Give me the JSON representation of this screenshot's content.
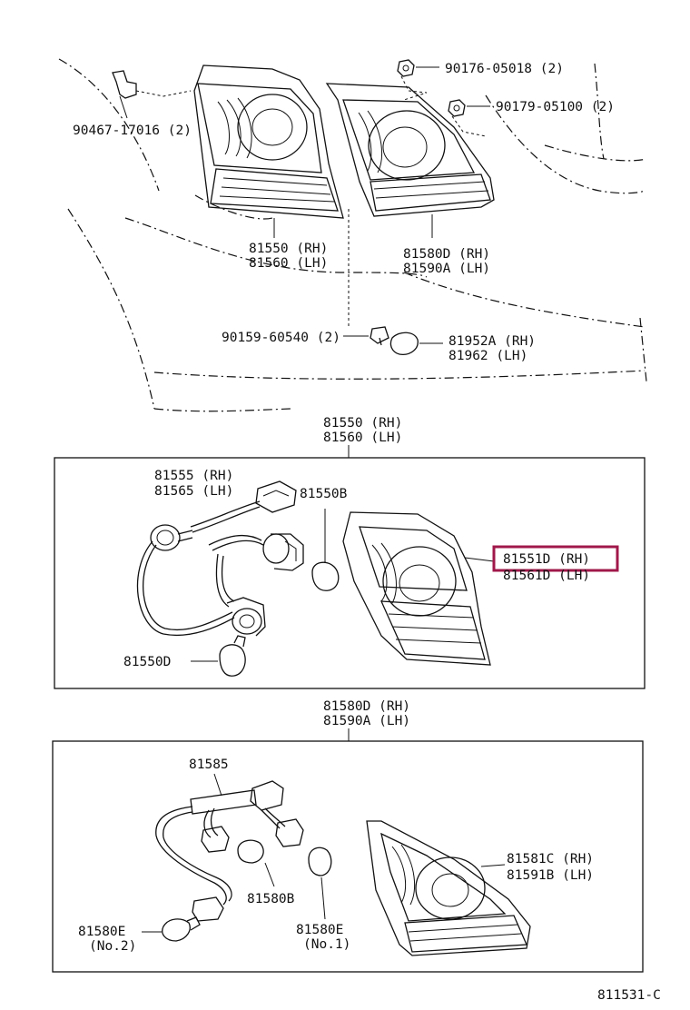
{
  "diagram_ref": "811531-C",
  "highlight_color": "#a0184a",
  "labels": {
    "clip_a": "90467-17016 (2)",
    "nut_a": "90176-05018 (2)",
    "nut_b": "90179-05100 (2)",
    "lamp_outer_rh": "81550 (RH)",
    "lamp_outer_lh": "81560 (LH)",
    "lamp_inner_rh": "81580D (RH)",
    "lamp_inner_lh": "81590A (LH)",
    "screw": "90159-60540 (2)",
    "reflector_rh": "81952A (RH)",
    "reflector_lh": "81962  (LH)",
    "box1_title_rh": "81550 (RH)",
    "box1_title_lh": "81560 (LH)",
    "socket_rh": "81555 (RH)",
    "socket_lh": "81565 (LH)",
    "bulb_b": "81550B",
    "lens_rh": "81551D (RH)",
    "lens_lh": "81561D (LH)",
    "bulb_d": "81550D",
    "box2_title_rh": "81580D (RH)",
    "box2_title_lh": "81590A (LH)",
    "harness": "81585",
    "lens2_rh": "81581C (RH)",
    "lens2_lh": "81591B (LH)",
    "bulb_580b": "81580B",
    "bulb_580e_a": "81580E",
    "bulb_580e_a_note": "(No.2)",
    "bulb_580e_b": "81580E",
    "bulb_580e_b_note": "(No.1)"
  }
}
